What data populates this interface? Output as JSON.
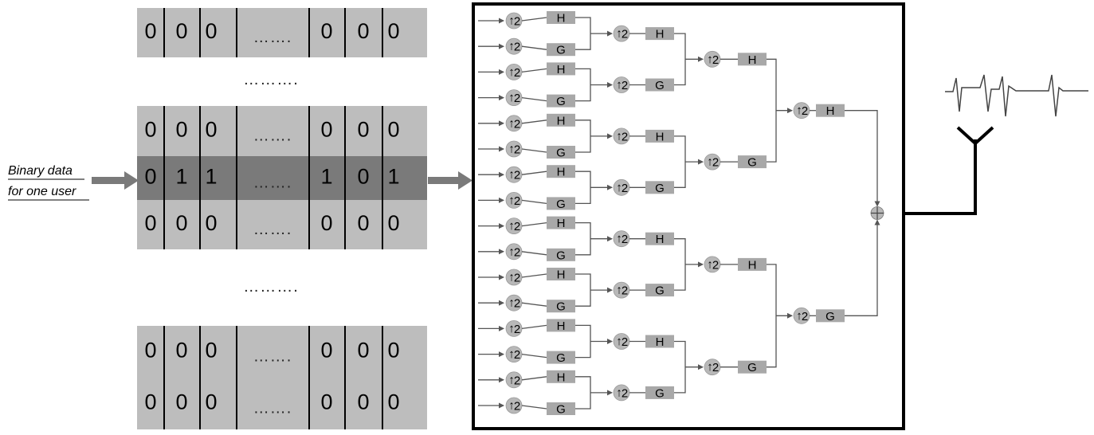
{
  "input_label": {
    "line1": "Binary data",
    "line2": "for one user"
  },
  "dots": "……….",
  "cell_dots": "…….",
  "matrix": {
    "block1": [
      [
        "0",
        "0",
        "0",
        "0",
        "0",
        "0"
      ]
    ],
    "block2": [
      [
        "0",
        "0",
        "0",
        "0",
        "0",
        "0"
      ],
      [
        "0",
        "1",
        "1",
        "1",
        "0",
        "1"
      ],
      [
        "0",
        "0",
        "0",
        "0",
        "0",
        "0"
      ]
    ],
    "block3": [
      [
        "0",
        "0",
        "0",
        "0",
        "0",
        "0"
      ],
      [
        "0",
        "0",
        "0",
        "0",
        "0",
        "0"
      ]
    ]
  },
  "filter_bank": {
    "upsample_label": "2",
    "upsample_arrow": "↑",
    "highpass_label": "H",
    "lowpass_label": "G",
    "combiner_symbol": "⊕"
  },
  "colors": {
    "cell_bg": "#bdbdbd",
    "highlight_bg": "#7a7a7a",
    "arrow": "#7a7a7a",
    "box_fill": "#a8a8a8",
    "circle_fill": "#b8b8b8",
    "frame": "#000000"
  },
  "icons": {
    "antenna": "antenna-icon",
    "waveform": "waveform-icon"
  }
}
